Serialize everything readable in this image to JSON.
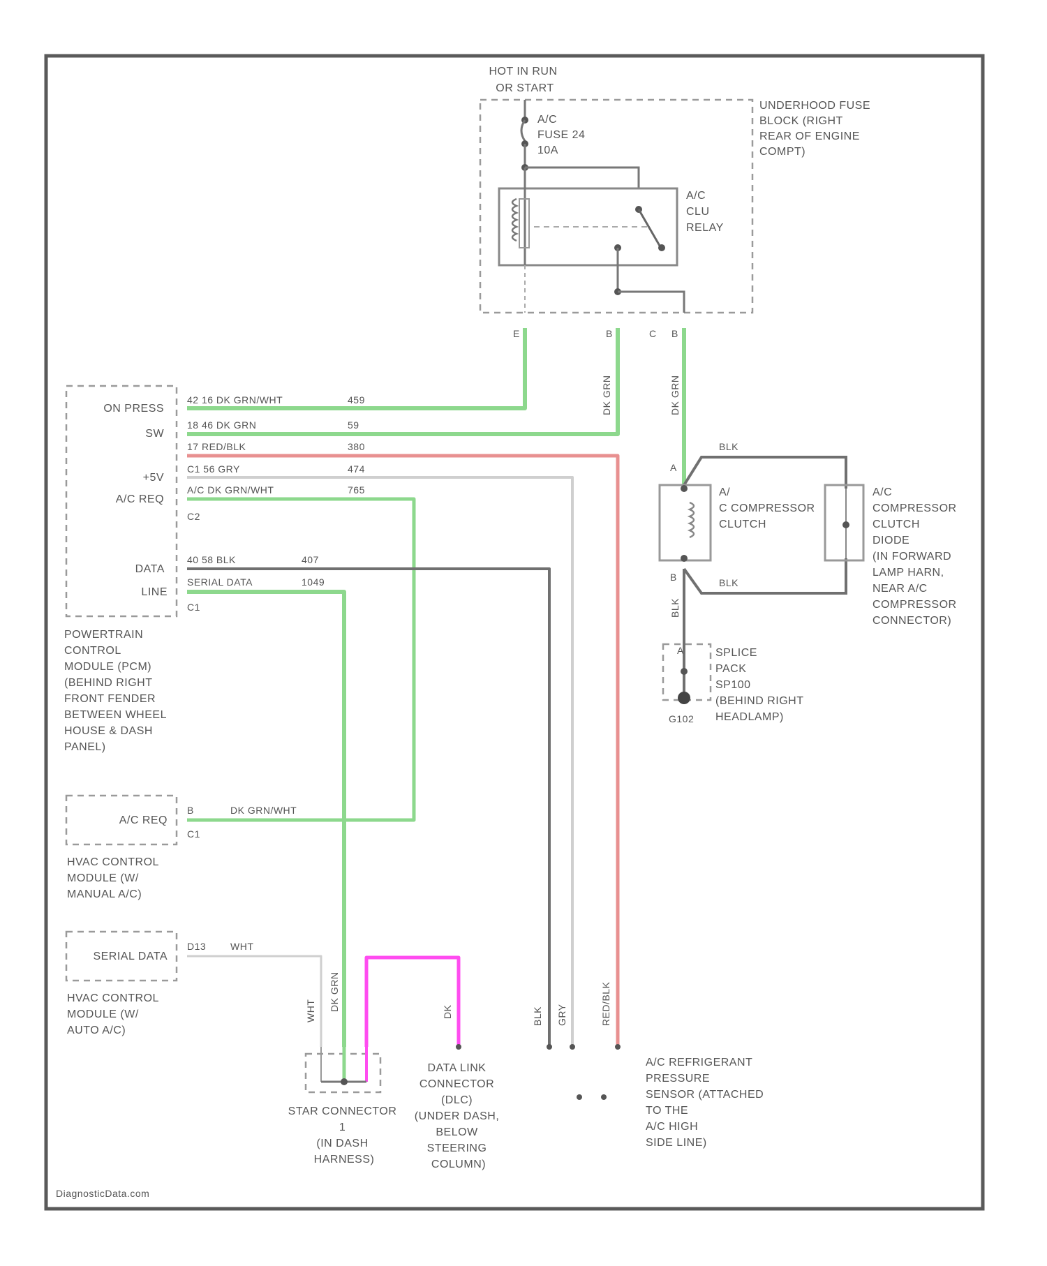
{
  "fuse_block": {
    "power_label": [
      "HOT IN RUN",
      "OR START"
    ],
    "fuse_label": [
      "A/C",
      "FUSE 24",
      "10A"
    ],
    "description": [
      "UNDERHOOD FUSE",
      "BLOCK (RIGHT",
      "REAR OF ENGINE",
      "COMPT)"
    ],
    "relay_label": [
      "A/C",
      "CLU",
      "RELAY"
    ],
    "pins": [
      "E",
      "B",
      "C",
      "B"
    ]
  },
  "wire_vertical_labels": {
    "relay_b": "DK GRN",
    "relay_c": "DK GRN",
    "star_1": "WHT",
    "star_2": "DK GRN",
    "dlc": "DK",
    "sensor_1": "BLK",
    "sensor_2": "GRY",
    "sensor_3": "RED/BLK",
    "clutch_ground": "BLK"
  },
  "pcm": {
    "pins": [
      "ON PRESS",
      "SW",
      "+5V",
      "A/C REQ",
      "DATA",
      "LINE"
    ],
    "wires": [
      {
        "spec": "42 16 DK GRN/WHT",
        "circuit": "459"
      },
      {
        "spec": "18 46 DK GRN",
        "circuit": "59"
      },
      {
        "spec": "17 RED/BLK",
        "circuit": "380"
      },
      {
        "spec": "C1 56 GRY",
        "circuit": "474"
      },
      {
        "spec": "A/C    DK GRN/WHT",
        "circuit": "765"
      },
      {
        "spec": "40 58 BLK",
        "circuit": "407"
      },
      {
        "spec": "SERIAL DATA",
        "circuit": "1049"
      }
    ],
    "connector_1": "C2",
    "connector_2": "C1",
    "description": [
      "POWERTRAIN",
      "CONTROL",
      "MODULE (PCM)",
      "(BEHIND RIGHT",
      "FRONT FENDER",
      "BETWEEN WHEEL",
      "HOUSE & DASH",
      "PANEL)"
    ]
  },
  "hvac_manual": {
    "pin_label": "A/C REQ",
    "pin": "B",
    "wire": "DK GRN/WHT",
    "connector": "C1",
    "description": [
      "HVAC CONTROL",
      "MODULE (W/",
      "MANUAL A/C)"
    ]
  },
  "hvac_auto": {
    "pin_label": "SERIAL DATA",
    "pin": "D13",
    "wire": "WHT",
    "description": [
      "HVAC CONTROL",
      "MODULE (W/",
      "AUTO A/C)"
    ]
  },
  "compressor": {
    "top_wire": "BLK",
    "bottom_wire": "BLK",
    "pin_a": "A",
    "pin_b": "B",
    "clutch_label": [
      "A/",
      "C COMPRESSOR",
      "CLUTCH"
    ],
    "diode_label": [
      "A/C",
      "COMPRESSOR",
      "CLUTCH",
      "DIODE",
      "(IN FORWARD",
      "LAMP HARN,",
      "NEAR A/C",
      "COMPRESSOR",
      "CONNECTOR)"
    ]
  },
  "splice": {
    "pin": "A",
    "ground": "G102",
    "description": [
      "SPLICE",
      "PACK",
      "SP100",
      "(BEHIND RIGHT",
      "HEADLAMP)"
    ]
  },
  "star_connector": {
    "description": [
      "STAR CONNECTOR",
      "1",
      "(IN DASH",
      "HARNESS)"
    ]
  },
  "dlc": {
    "description": [
      "DATA LINK",
      "CONNECTOR",
      "(DLC)",
      "(UNDER DASH,",
      "BELOW",
      "STEERING",
      "COLUMN)"
    ]
  },
  "pressure_sensor": {
    "description": [
      "A/C REFRIGERANT",
      "PRESSURE",
      "SENSOR (ATTACHED",
      "TO THE",
      "A/C HIGH",
      "SIDE LINE)"
    ]
  },
  "watermark": "DiagnosticData.com",
  "colors": {
    "green_wire": "#8dd88d",
    "red_wire": "#e89090",
    "gray_wire": "#707070",
    "light_gray_wire": "#cfcfcf",
    "magenta_wire": "#ff4cf0",
    "frame": "#5a5a5a"
  }
}
